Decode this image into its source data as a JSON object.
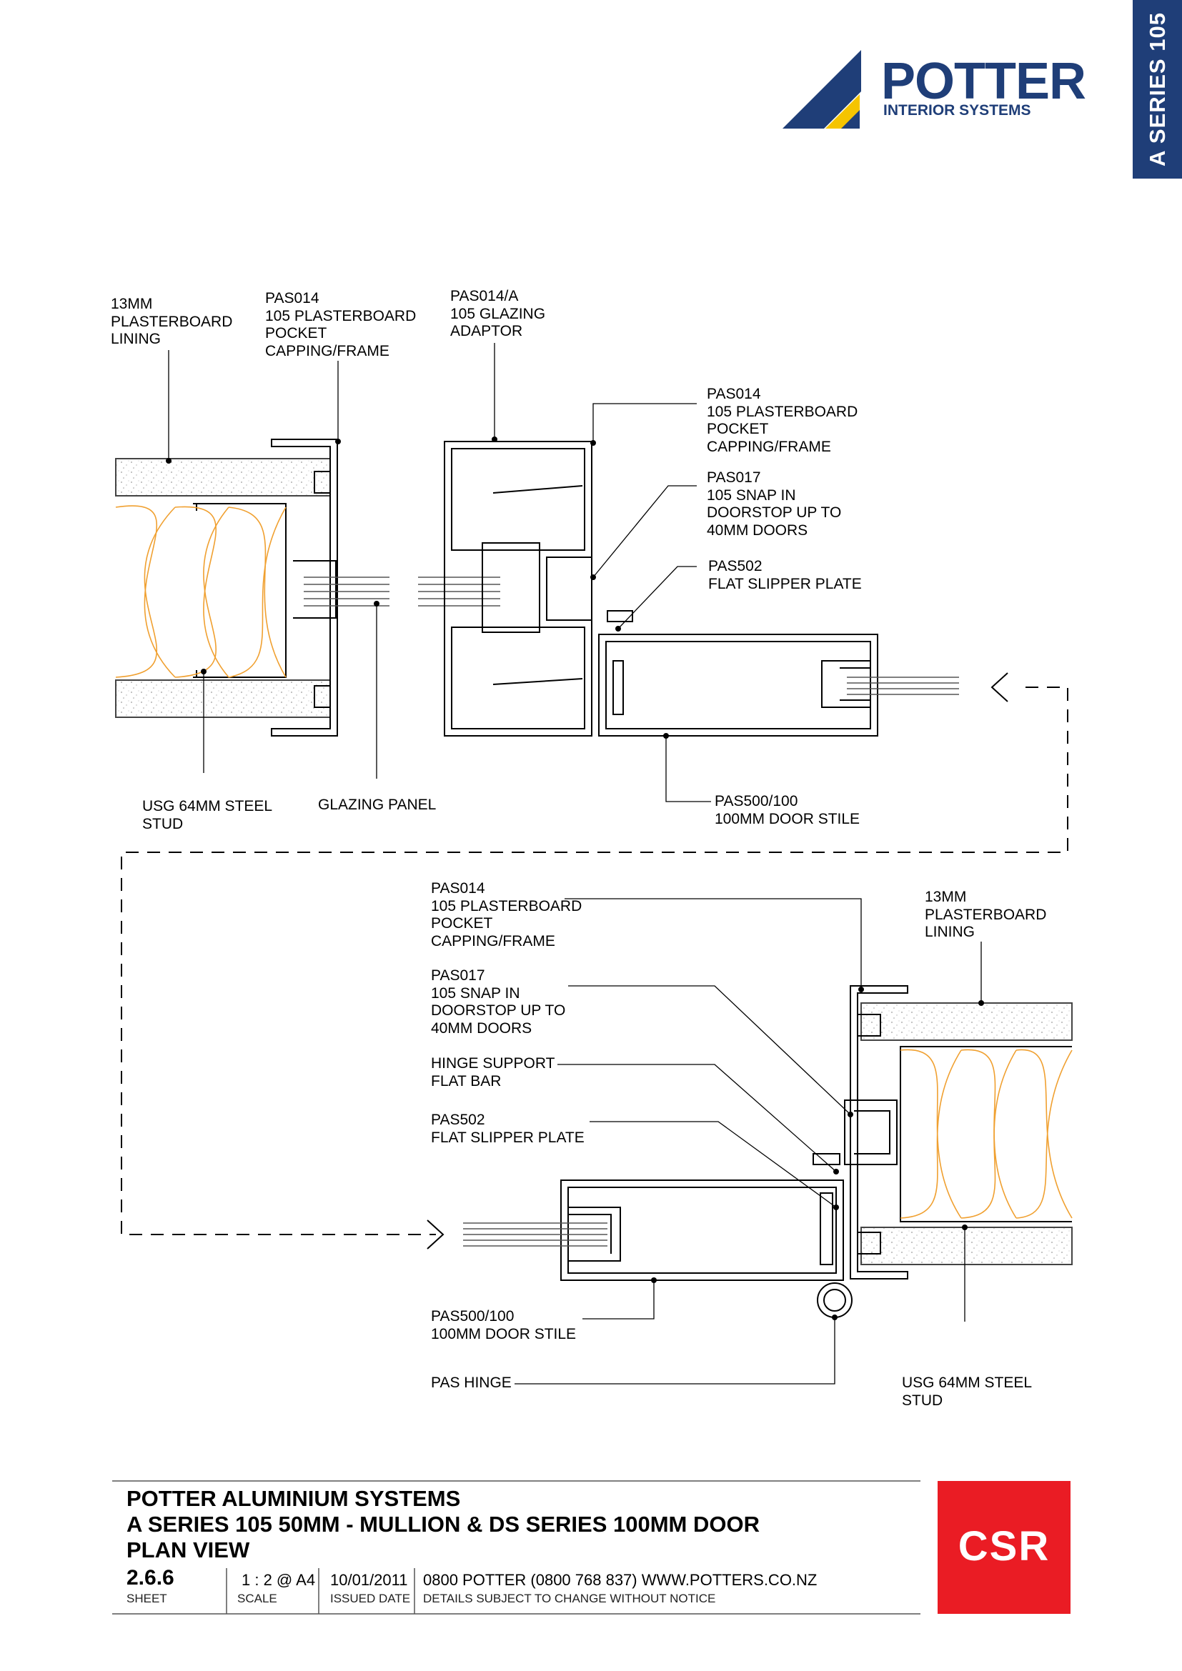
{
  "header": {
    "series_tab": "A SERIES 105",
    "logo_word": "POTTER",
    "logo_sub": "INTERIOR SYSTEMS"
  },
  "colors": {
    "brand_navy": "#1f3e78",
    "brand_yellow": "#f5c400",
    "insulation_orange": "#f0a030",
    "csr_red": "#ea1c24"
  },
  "top_detail": {
    "labels": [
      "13MM\nPLASTERBOARD\nLINING",
      "PAS014\n105 PLASTERBOARD\nPOCKET\nCAPPING/FRAME",
      "PAS014/A\n105 GLAZING\nADAPTOR",
      "PAS014\n105 PLASTERBOARD\nPOCKET\nCAPPING/FRAME",
      "PAS017\n105 SNAP IN\nDOORSTOP UP TO\n40MM DOORS",
      "PAS502\nFLAT SLIPPER PLATE",
      "USG 64MM STEEL\nSTUD",
      "GLAZING PANEL",
      "PAS500/100\n100MM DOOR STILE"
    ]
  },
  "bottom_detail": {
    "labels": [
      "PAS014\n105 PLASTERBOARD\nPOCKET\nCAPPING/FRAME",
      "PAS017\n105 SNAP IN\nDOORSTOP UP TO\n40MM DOORS",
      "HINGE SUPPORT\nFLAT BAR",
      "PAS502\nFLAT SLIPPER PLATE",
      "13MM\nPLASTERBOARD\nLINING",
      "PAS500/100\n100MM DOOR STILE",
      "PAS HINGE",
      "USG 64MM STEEL\nSTUD"
    ]
  },
  "title_block": {
    "company": "POTTER ALUMINIUM SYSTEMS",
    "title": "A SERIES 105 50MM - MULLION & DS SERIES 100MM DOOR",
    "view": "PLAN VIEW",
    "sheet": "2.6.6",
    "sheet_caption": "SHEET",
    "scale": "1 : 2 @ A4",
    "scale_caption": "SCALE",
    "issued_date": "10/01/2011",
    "issued_caption": "ISSUED DATE",
    "contact": "0800 POTTER (0800 768 837) WWW.POTTERS.CO.NZ",
    "disclaimer": "DETAILS SUBJECT TO CHANGE WITHOUT NOTICE",
    "csr_logo": "CSR"
  }
}
